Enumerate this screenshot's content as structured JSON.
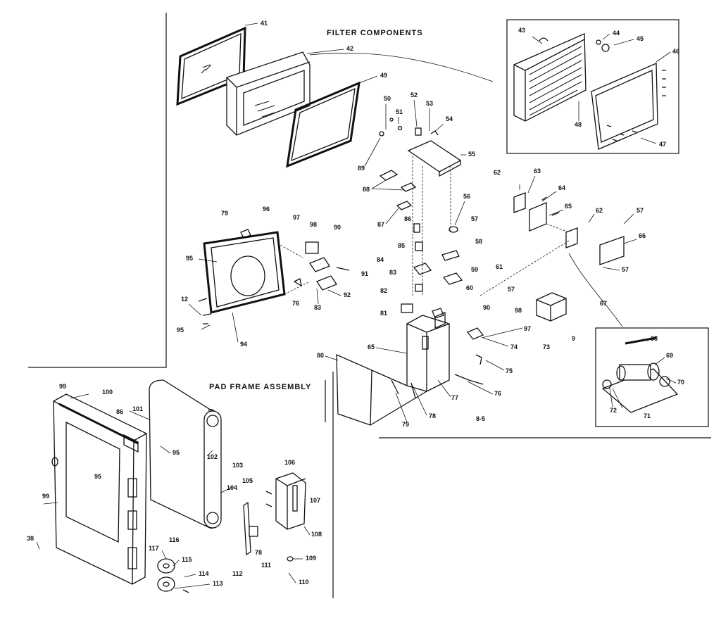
{
  "titles": {
    "filter_components": "FILTER COMPONENTS",
    "pad_frame_assembly": "PAD FRAME ASSEMBLY"
  },
  "note_mark": "8-5",
  "callouts": [
    {
      "id": "c41",
      "text": "41"
    },
    {
      "id": "c42",
      "text": "42"
    },
    {
      "id": "c43",
      "text": "43"
    },
    {
      "id": "c44",
      "text": "44"
    },
    {
      "id": "c45",
      "text": "45"
    },
    {
      "id": "c46",
      "text": "46"
    },
    {
      "id": "c47",
      "text": "47"
    },
    {
      "id": "c48",
      "text": "48"
    },
    {
      "id": "c49",
      "text": "49"
    },
    {
      "id": "c50",
      "text": "50"
    },
    {
      "id": "c51",
      "text": "51"
    },
    {
      "id": "c52",
      "text": "52"
    },
    {
      "id": "c53",
      "text": "53"
    },
    {
      "id": "c54",
      "text": "54"
    },
    {
      "id": "c55",
      "text": "55"
    },
    {
      "id": "c89",
      "text": "89"
    },
    {
      "id": "c88",
      "text": "88"
    },
    {
      "id": "c87",
      "text": "87"
    },
    {
      "id": "c56",
      "text": "56"
    },
    {
      "id": "c57a",
      "text": "57"
    },
    {
      "id": "c58",
      "text": "58"
    },
    {
      "id": "c86",
      "text": "86"
    },
    {
      "id": "c85",
      "text": "85"
    },
    {
      "id": "c84",
      "text": "84"
    },
    {
      "id": "c83a",
      "text": "83"
    },
    {
      "id": "c59",
      "text": "59"
    },
    {
      "id": "c61",
      "text": "61"
    },
    {
      "id": "c82",
      "text": "82"
    },
    {
      "id": "c60",
      "text": "60"
    },
    {
      "id": "c57b",
      "text": "57"
    },
    {
      "id": "c81",
      "text": "81"
    },
    {
      "id": "c62a",
      "text": "62"
    },
    {
      "id": "c63",
      "text": "63"
    },
    {
      "id": "c64",
      "text": "64"
    },
    {
      "id": "c65a",
      "text": "65"
    },
    {
      "id": "c62b",
      "text": "62"
    },
    {
      "id": "c57c",
      "text": "57"
    },
    {
      "id": "c66",
      "text": "66"
    },
    {
      "id": "c57d",
      "text": "57"
    },
    {
      "id": "c67",
      "text": "67"
    },
    {
      "id": "c79a",
      "text": "79"
    },
    {
      "id": "c96",
      "text": "96"
    },
    {
      "id": "c97a",
      "text": "97"
    },
    {
      "id": "c98a",
      "text": "98"
    },
    {
      "id": "c90a",
      "text": "90"
    },
    {
      "id": "c95a",
      "text": "95"
    },
    {
      "id": "c91",
      "text": "91"
    },
    {
      "id": "c92",
      "text": "92"
    },
    {
      "id": "c76a",
      "text": "76"
    },
    {
      "id": "c83b",
      "text": "83"
    },
    {
      "id": "c12",
      "text": "12"
    },
    {
      "id": "c95b",
      "text": "95"
    },
    {
      "id": "c94",
      "text": "94"
    },
    {
      "id": "c90b",
      "text": "90"
    },
    {
      "id": "c98b",
      "text": "98"
    },
    {
      "id": "c97b",
      "text": "97"
    },
    {
      "id": "c73",
      "text": "73"
    },
    {
      "id": "c9",
      "text": "9"
    },
    {
      "id": "c74",
      "text": "74"
    },
    {
      "id": "c75",
      "text": "75"
    },
    {
      "id": "c76b",
      "text": "76"
    },
    {
      "id": "c80",
      "text": "80"
    },
    {
      "id": "c65b",
      "text": "65"
    },
    {
      "id": "c77",
      "text": "77"
    },
    {
      "id": "c78a",
      "text": "78"
    },
    {
      "id": "c79b",
      "text": "79"
    },
    {
      "id": "c68",
      "text": "68"
    },
    {
      "id": "c69",
      "text": "69"
    },
    {
      "id": "c70",
      "text": "70"
    },
    {
      "id": "c72",
      "text": "72"
    },
    {
      "id": "c71",
      "text": "71"
    },
    {
      "id": "c99a",
      "text": "99"
    },
    {
      "id": "c100",
      "text": "100"
    },
    {
      "id": "c86b",
      "text": "86"
    },
    {
      "id": "c101",
      "text": "101"
    },
    {
      "id": "c95c",
      "text": "95"
    },
    {
      "id": "c95d",
      "text": "95"
    },
    {
      "id": "c102",
      "text": "102"
    },
    {
      "id": "c103",
      "text": "103"
    },
    {
      "id": "c104",
      "text": "104"
    },
    {
      "id": "c105",
      "text": "105"
    },
    {
      "id": "c106",
      "text": "106"
    },
    {
      "id": "c107",
      "text": "107"
    },
    {
      "id": "c99b",
      "text": "99"
    },
    {
      "id": "c38",
      "text": "38"
    },
    {
      "id": "c117",
      "text": "117"
    },
    {
      "id": "c116",
      "text": "116"
    },
    {
      "id": "c115",
      "text": "115"
    },
    {
      "id": "c114",
      "text": "114"
    },
    {
      "id": "c113",
      "text": "113"
    },
    {
      "id": "c112",
      "text": "112"
    },
    {
      "id": "c78b",
      "text": "78"
    },
    {
      "id": "c111",
      "text": "111"
    },
    {
      "id": "c108",
      "text": "108"
    },
    {
      "id": "c109",
      "text": "109"
    },
    {
      "id": "c110",
      "text": "110"
    }
  ]
}
